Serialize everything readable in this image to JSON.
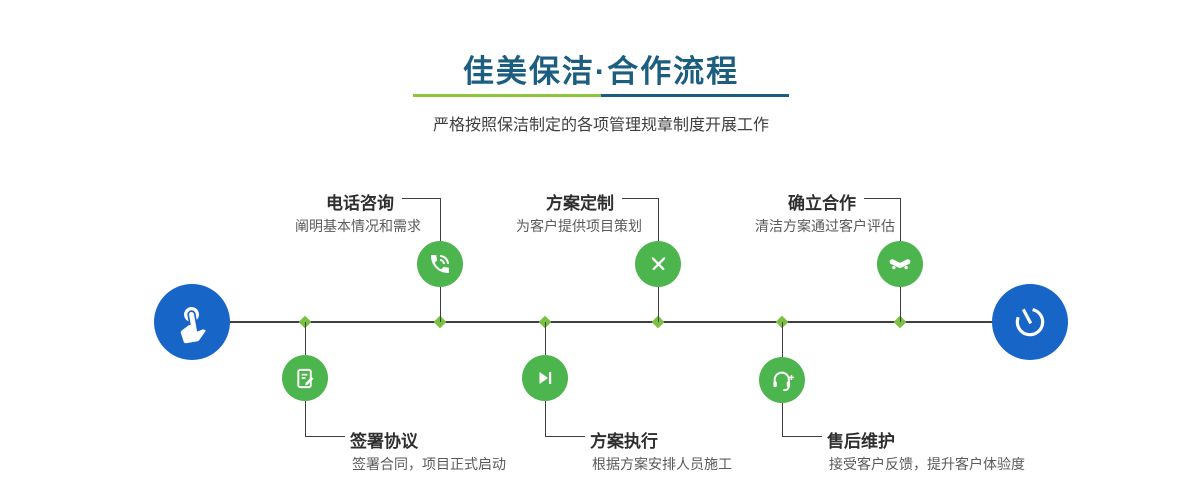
{
  "header": {
    "title": "佳美保洁·合作流程",
    "subtitle": "严格按照保洁制定的各项管理规章制度开展工作"
  },
  "colors": {
    "title_blue": "#1b5e80",
    "divider_green": "#8cc63f",
    "divider_blue": "#1b5e80",
    "endpoint_blue": "#1865c8",
    "node_green": "#4db54d",
    "diamond_green": "#7ac143",
    "line_dark": "#3f3f3f"
  },
  "timeline": {
    "start_icon": "hand-pointer-icon",
    "end_icon": "power-icon"
  },
  "steps": [
    {
      "label": "电话咨询",
      "desc": "阐明基本情况和需求",
      "icon": "phone-icon",
      "position": "top"
    },
    {
      "label": "签署协议",
      "desc": "签署合同，项目正式启动",
      "icon": "document-edit-icon",
      "position": "bottom"
    },
    {
      "label": "方案定制",
      "desc": "为客户提供项目策划",
      "icon": "design-tools-icon",
      "position": "top"
    },
    {
      "label": "方案执行",
      "desc": "根据方案安排人员施工",
      "icon": "play-next-icon",
      "position": "bottom"
    },
    {
      "label": "确立合作",
      "desc": "清洁方案通过客户评估",
      "icon": "handshake-icon",
      "position": "top"
    },
    {
      "label": "售后维护",
      "desc": "接受客户反馈，提升客户体验度",
      "icon": "headset-plus-icon",
      "position": "bottom"
    }
  ]
}
